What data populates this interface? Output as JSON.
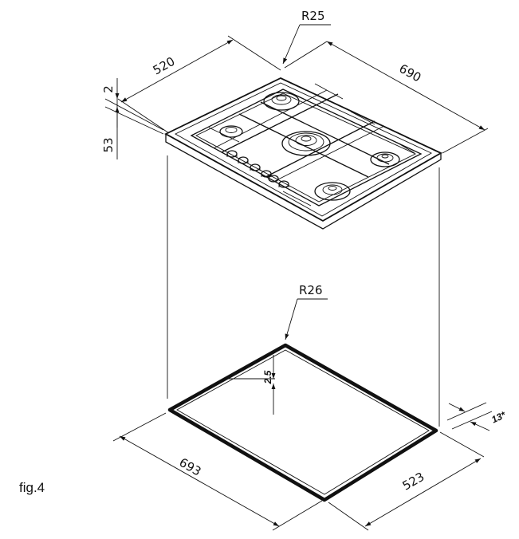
{
  "figure_label": "fig.4",
  "hob": {
    "width": "690",
    "depth": "520",
    "thickness": "2",
    "height": "53",
    "corner_radius": "R25"
  },
  "cutout": {
    "width": "693",
    "depth": "523",
    "corner_radius": "R26",
    "seal_offset": "2.5",
    "clearance": "13*"
  }
}
